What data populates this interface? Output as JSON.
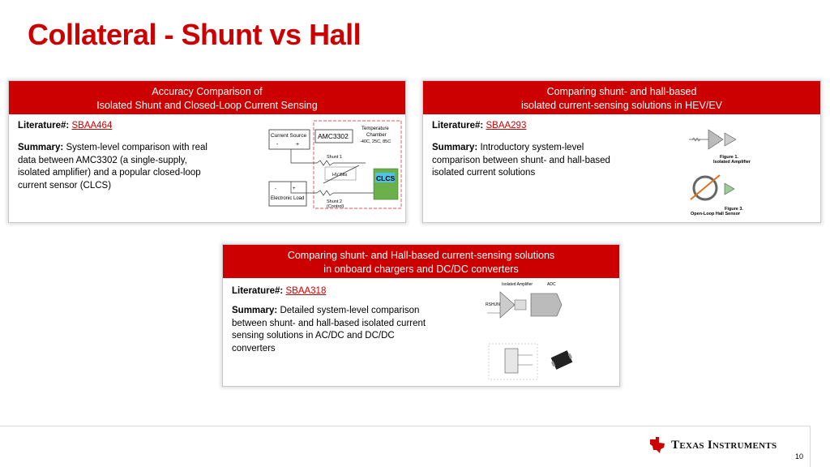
{
  "page": {
    "title": "Collateral - Shunt vs Hall",
    "page_number": "10"
  },
  "cards": [
    {
      "header": [
        "Accuracy Comparison of",
        "Isolated Shunt and Closed-Loop Current Sensing"
      ],
      "literature_label": "Literature#:",
      "literature_link": "SBAA464",
      "summary_label": "Summary:",
      "summary_text": "System-level comparison with real data between AMC3302  (a single-supply, isolated amplifier) and a popular closed-loop current sensor (CLCS)",
      "figure": {
        "current_source": "Current Source",
        "minus": "-",
        "plus": "+",
        "amc": "AMC3302",
        "temp": [
          "Temperature",
          "Chamber",
          "-40C, 25C, 85C"
        ],
        "shunt1": "Shunt 1",
        "hv_bits": "HV Bits",
        "clcs": "CLCS",
        "eload": "Electronic Load",
        "shunt2": [
          "Shunt 2",
          "(Control)"
        ]
      }
    },
    {
      "header": [
        "Comparing shunt- and hall-based",
        "isolated current-sensing solutions in HEV/EV"
      ],
      "literature_label": "Literature#:",
      "literature_link": "SBAA293",
      "summary_label": "Summary:",
      "summary_text": "Introductory system-level comparison between shunt- and hall-based isolated current solutions",
      "figure": {
        "fig1": [
          "Figure 1.",
          "Isolated Amplifier"
        ],
        "fig3": [
          "Figure 3.",
          "Open-Loop Hall Sensor"
        ]
      }
    },
    {
      "header": [
        "Comparing shunt- and Hall-based current-sensing solutions",
        "in onboard chargers and DC/DC converters"
      ],
      "literature_label": "Literature#:",
      "literature_link": "SBAA318",
      "summary_label": "Summary:",
      "summary_text": "Detailed system-level comparison between shunt- and hall-based isolated current sensing solutions in AC/DC and DC/DC converters",
      "figure": {
        "iso_amp": "Isolated Amplifier",
        "adc": "ADC",
        "rshunt": "RSHUNT"
      }
    }
  ],
  "footer": {
    "brand": "Texas Instruments",
    "accent": "#cc0000"
  }
}
